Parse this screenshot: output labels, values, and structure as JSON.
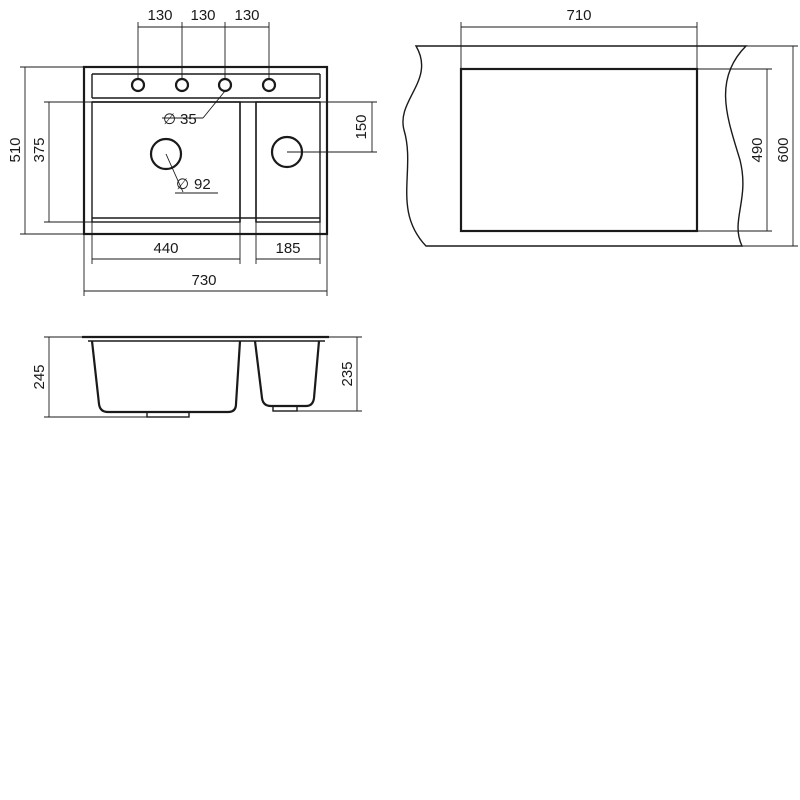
{
  "dimensions": {
    "hole_spacing": [
      "130",
      "130",
      "130"
    ],
    "tap_hole_diameter": "35",
    "drain_diameter": "92",
    "overall_depth": "510",
    "bowl_depth": "375",
    "small_bowl_drain_offset": "150",
    "main_bowl_width": "440",
    "small_bowl_width": "185",
    "overall_width": "730",
    "main_bowl_height": "245",
    "small_bowl_height": "235",
    "cutout_width": "710",
    "cutout_depth": "490",
    "cabinet_depth": "600"
  },
  "symbols": {
    "diameter": "∅"
  }
}
